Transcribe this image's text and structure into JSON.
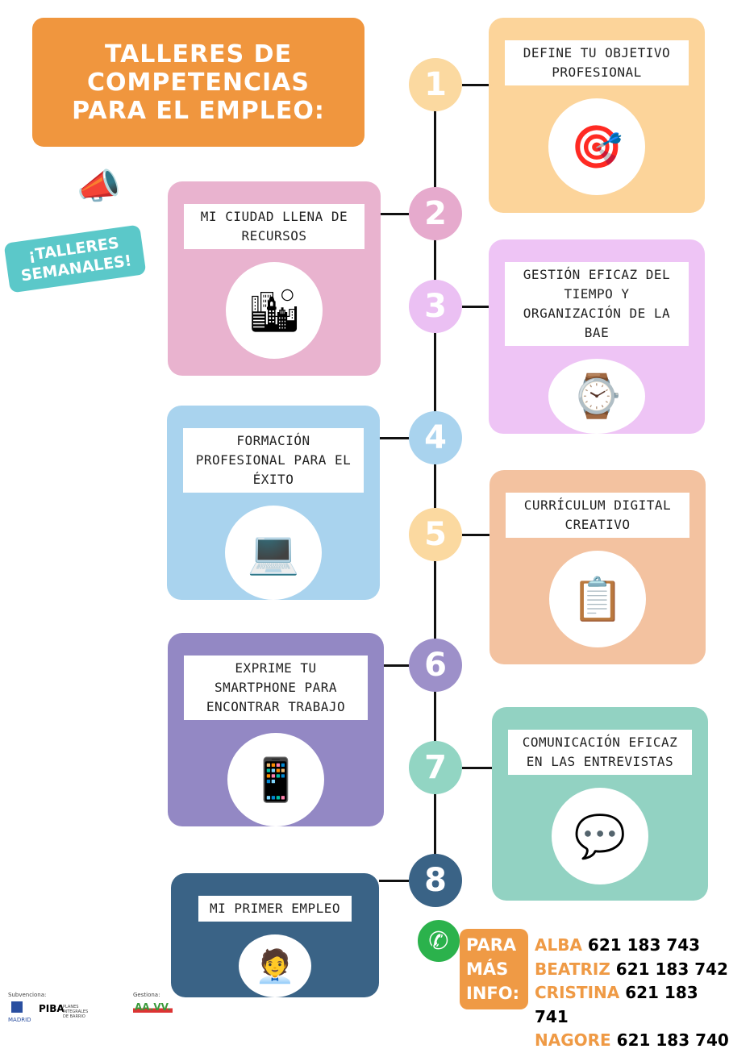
{
  "title": "TALLERES DE COMPETENCIAS PARA EL EMPLEO:",
  "badge": "¡TALLERES SEMANALES!",
  "steps": [
    {
      "n": "1",
      "label": "DEFINE TU OBJETIVO PROFESIONAL",
      "color": "#fcd49a",
      "circle": "#fbd9a0",
      "icon": "🎯"
    },
    {
      "n": "2",
      "label": "MI CIUDAD LLENA DE RECURSOS",
      "color": "#e9b3cf",
      "circle": "#e6aacd",
      "icon": "🏙"
    },
    {
      "n": "3",
      "label": "GESTIÓN EFICAZ DEL TIEMPO Y ORGANIZACIÓN DE LA BAE",
      "color": "#eec4f5",
      "circle": "#ebc0f3",
      "icon": "⌚"
    },
    {
      "n": "4",
      "label": "FORMACIÓN PROFESIONAL PARA EL ÉXITO",
      "color": "#a9d3ee",
      "circle": "#a9d3ee",
      "icon": "💻"
    },
    {
      "n": "5",
      "label": "CURRÍCULUM DIGITAL CREATIVO",
      "color": "#f3c2a0",
      "circle": "#fbd9a0",
      "icon": "📋"
    },
    {
      "n": "6",
      "label": "EXPRIME TU SMARTPHONE PARA ENCONTRAR TRABAJO",
      "color": "#9388c4",
      "circle": "#9d90c9",
      "icon": "📱"
    },
    {
      "n": "7",
      "label": "COMUNICACIÓN EFICAZ EN LAS ENTREVISTAS",
      "color": "#92d2c2",
      "circle": "#92d5c3",
      "icon": "💬"
    },
    {
      "n": "8",
      "label": "MI PRIMER EMPLEO",
      "color": "#3a6386",
      "circle": "#3a6386",
      "icon": "🧑‍💼"
    }
  ],
  "info": {
    "label": "PARA MÁS INFO:",
    "contacts": [
      {
        "name": "ALBA",
        "phone": "621 183 743"
      },
      {
        "name": "BEATRIZ",
        "phone": "621 183 742"
      },
      {
        "name": "CRISTINA",
        "phone": "621 183 741"
      },
      {
        "name": "NAGORE",
        "phone": "621 183 740"
      }
    ]
  },
  "footer": {
    "subvenciona": "Subvenciona:",
    "madrid": "MADRID",
    "piba": "PIBA",
    "piba_sub": "PLANES INTEGRALES DE BARRIO",
    "gestiona": "Gestiona:",
    "aavv": "AA.VV."
  }
}
